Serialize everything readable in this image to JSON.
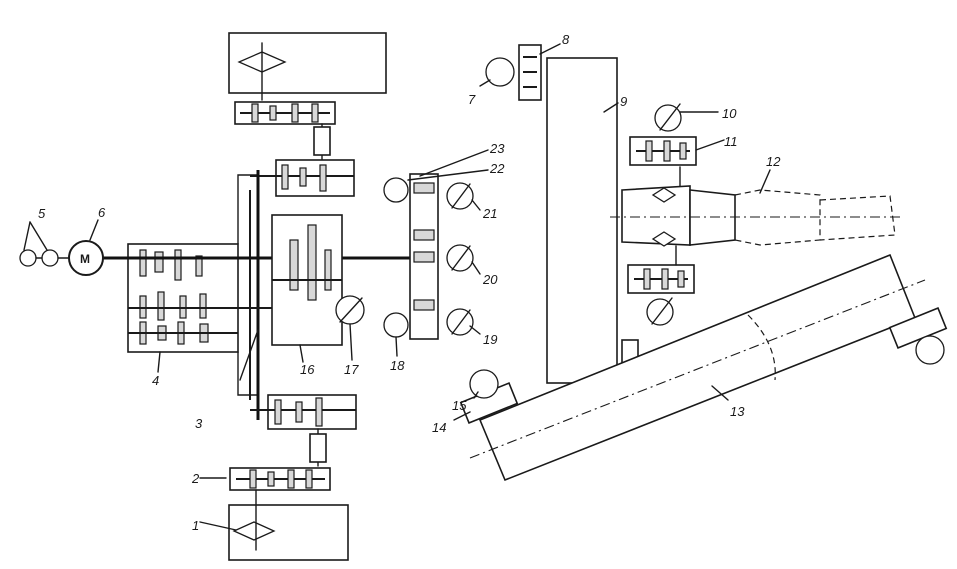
{
  "diagram": {
    "motor_label": "M",
    "callouts": [
      "1",
      "2",
      "3",
      "4",
      "5",
      "6",
      "7",
      "8",
      "9",
      "10",
      "11",
      "12",
      "13",
      "14",
      "15",
      "16",
      "17",
      "18",
      "19",
      "20",
      "21",
      "22",
      "23"
    ]
  }
}
